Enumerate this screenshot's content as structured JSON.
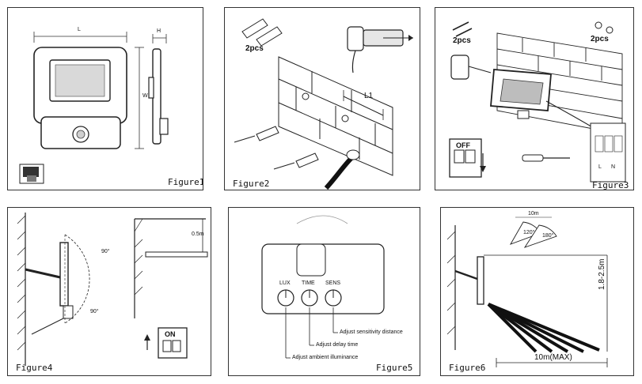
{
  "figures": [
    {
      "caption": "Figure1",
      "dims": {
        "length": "L",
        "width": "W",
        "height": "H"
      }
    },
    {
      "caption": "Figure2",
      "qty": "2pcs",
      "spacing": "L1"
    },
    {
      "caption": "Figure3",
      "qty_screws": "2pcs",
      "qty_plugs": "2pcs",
      "switch_label": "OFF",
      "wiring_labels": [
        "L",
        "N"
      ]
    },
    {
      "caption": "Figure4",
      "angle_top": "90°",
      "angle_bottom": "90°",
      "height": "0.5m",
      "switch_label": "ON"
    },
    {
      "caption": "Figure5",
      "knobs": [
        "LUX",
        "TIME",
        "SENS"
      ],
      "notes": [
        "Adjust sensitivity distance",
        "Adjust delay time",
        "Adjust ambient illuminance"
      ]
    },
    {
      "caption": "Figure6",
      "height": "1.8-2.5m",
      "distance": "10m(MAX)",
      "top_dist": "10m",
      "angle_a": "120°",
      "angle_b": "180°"
    }
  ]
}
